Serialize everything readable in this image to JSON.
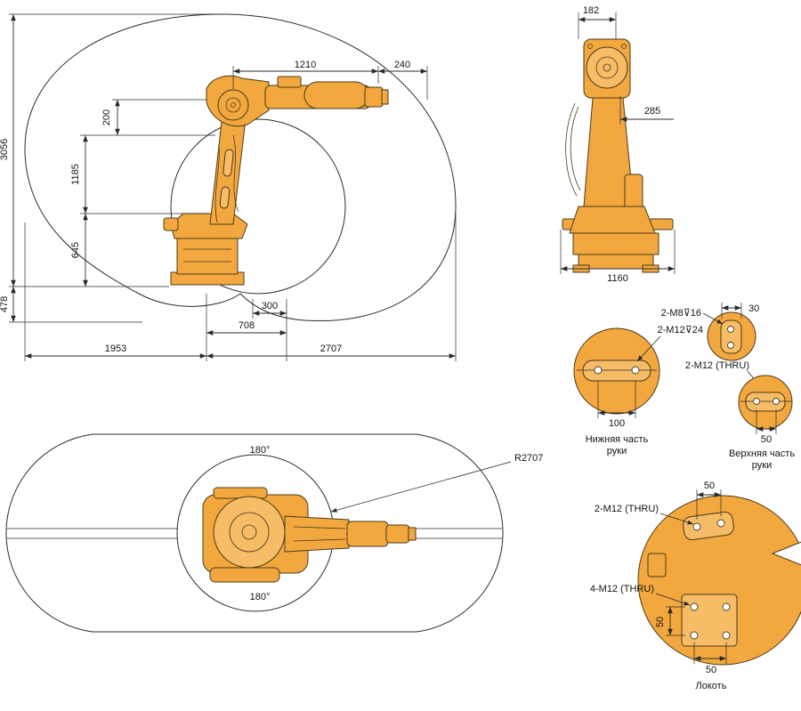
{
  "palette": {
    "robot_fill": "#F2A83E",
    "robot_fill2": "#F6BC66",
    "outline": "#4a3a1c",
    "line": "#2b2b2b"
  },
  "side_view": {
    "d1210": "1210",
    "d240": "240",
    "d200": "200",
    "d1185": "1185",
    "d3056": "3056",
    "d645": "645",
    "d478": "478",
    "d300": "300",
    "d708": "708",
    "d1953": "1953",
    "d2707": "2707"
  },
  "front_view": {
    "d182": "182",
    "d285": "285",
    "d1160": "1160"
  },
  "top_view": {
    "angle_top": "180°",
    "angle_bottom": "180°",
    "radius": "R2707"
  },
  "detail_lower_arm": {
    "thread1": "2-M8⊽16",
    "thread2": "2-M12⊽24",
    "d30": "30",
    "d100": "100",
    "caption1": "Нижняя часть",
    "caption2": "руки"
  },
  "detail_upper_arm": {
    "thread": "2-M12 (THRU)",
    "d50": "50",
    "caption1": "Верхняя часть",
    "caption2": "руки"
  },
  "detail_elbow": {
    "thread_top": "2-M12 (THRU)",
    "thread_bottom": "4-M12 (THRU)",
    "d50_top": "50",
    "d50_left": "50",
    "d50_bottom": "50",
    "caption": "Локоть"
  }
}
